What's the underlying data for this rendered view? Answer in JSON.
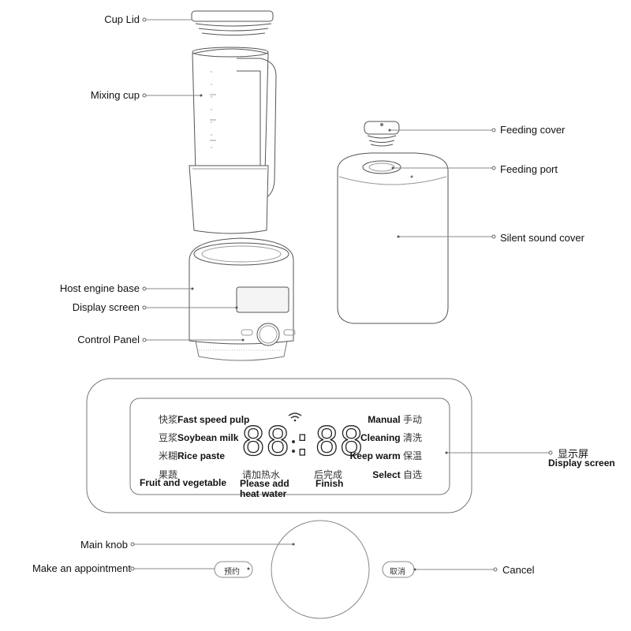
{
  "labels": {
    "cup_lid": "Cup Lid",
    "mixing_cup": "Mixing cup",
    "host_engine_base": "Host engine base",
    "display_screen": "Display screen",
    "control_panel": "Control Panel",
    "feeding_cover": "Feeding cover",
    "feeding_port": "Feeding port",
    "silent_sound_cover": "Silent sound cover",
    "display_screen_cn": "显示屏",
    "display_screen_en": "Display screen",
    "main_knob": "Main knob",
    "make_appointment": "Make an appointment",
    "cancel": "Cancel"
  },
  "screen": {
    "fast_cn": "快浆",
    "fast_en": "Fast speed pulp",
    "soy_cn": "豆浆",
    "soy_en": "Soybean milk",
    "rice_cn": "米糊",
    "rice_en": "Rice paste",
    "fruit_cn": "果蔬",
    "fruit_en": "Fruit and vegetable",
    "water_cn": "请加热水",
    "water_en1": "Please add",
    "water_en2": "heat water",
    "finish_cn": "后完成",
    "finish_en": "Finish",
    "manual_en": "Manual",
    "manual_cn": "手动",
    "cleaning_en": "Cleaning",
    "cleaning_cn": "清洗",
    "keepwarm_en": "Keep warm",
    "keepwarm_cn": "保温",
    "select_en": "Select",
    "select_cn": "自选",
    "digits": "88:88"
  },
  "buttons": {
    "appointment_cn": "预约",
    "cancel_cn": "取消"
  },
  "colors": {
    "line": "#555555",
    "light_line": "#888888"
  }
}
